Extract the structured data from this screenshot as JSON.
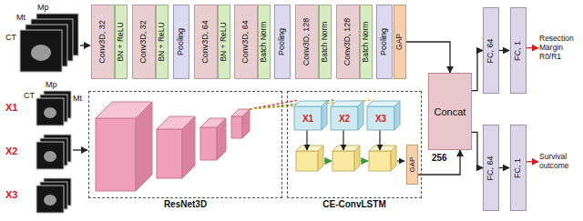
{
  "diagram": {
    "nodes": [
      {
        "text": [
          "Conv3D, 32"
        ]
      },
      {
        "text": [
          "BN + ReLU"
        ]
      },
      {
        "text": [
          "Conv3D, 32"
        ]
      },
      {
        "text": [
          "BN + ReLU"
        ]
      },
      {
        "text": [
          "Pooling"
        ]
      },
      {
        "text": [
          "Conv3D, 64"
        ]
      },
      {
        "text": [
          "BN + ReLU"
        ]
      },
      {
        "text": [
          "Conv3D, 64"
        ]
      },
      {
        "text": [
          "Batch Norm"
        ]
      },
      {
        "text": [
          "Pooling"
        ]
      },
      {
        "text": [
          "Conv3D, 128"
        ]
      },
      {
        "text": [
          "Batch Norm"
        ]
      },
      {
        "text": [
          "Conv3D, 128"
        ]
      },
      {
        "text": [
          "Batch Norm"
        ]
      },
      {
        "text": [
          "Pooling"
        ]
      },
      {
        "text": [
          "GAP"
        ]
      },
      {
        "text": [
          "Concat"
        ]
      },
      {
        "text": [
          "FC, 64"
        ]
      },
      {
        "text": [
          "FC, 1"
        ]
      },
      {
        "text": [
          "Resection Margin R0/R1"
        ]
      },
      {
        "text": [
          "ResNet3D"
        ]
      },
      {
        "text": [
          "CE-ConvLSTM"
        ]
      },
      {
        "text": [
          "X1"
        ],
        "in": 21
      },
      {
        "text": [
          "X2"
        ],
        "in": 21
      },
      {
        "text": [
          "X3"
        ],
        "in": 21
      },
      {
        "text": [
          "GAP"
        ],
        "in": 21
      },
      {
        "text": [
          "FC, 64"
        ]
      },
      {
        "text": [
          "FC, 1"
        ]
      },
      {
        "text": [
          "Survival outcome"
        ]
      }
    ],
    "edges": [
      {
        "from": 15,
        "to": 16,
        "arrow": "to"
      },
      {
        "from": 25,
        "to": 16,
        "arrow": "to"
      },
      {
        "from": 16,
        "to": 17,
        "arrow": "to"
      },
      {
        "from": 16,
        "to": 26,
        "arrow": "to"
      },
      {
        "from": 17,
        "to": 18,
        "arrow": "to"
      },
      {
        "from": 26,
        "to": 27,
        "arrow": "to"
      },
      {
        "from": 18,
        "to": 19,
        "arrow": "to"
      },
      {
        "from": 27,
        "to": 28,
        "arrow": "to"
      }
    ],
    "labels": [
      "Mp",
      "Mt",
      "CT",
      "X1",
      "X2",
      "X3",
      "Mp",
      "CT",
      "Mt",
      "256"
    ]
  }
}
